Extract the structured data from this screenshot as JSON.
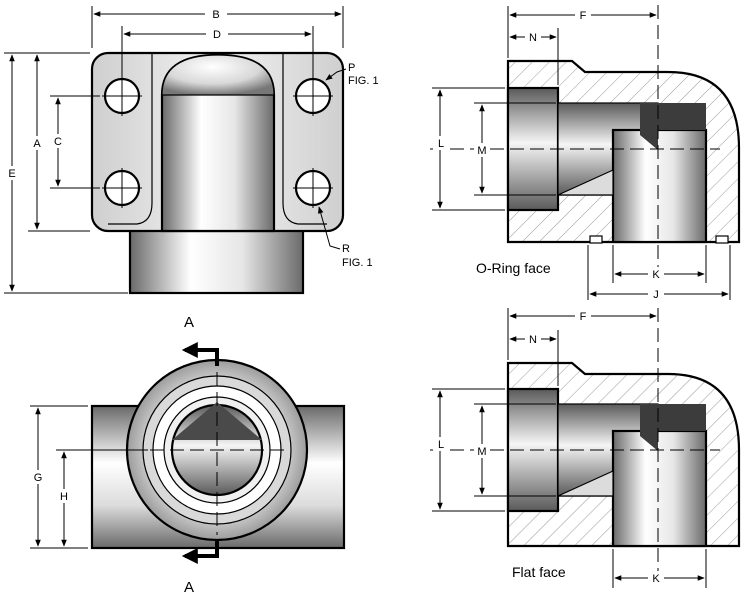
{
  "front_view": {
    "labels": {
      "b": "B",
      "d": "D",
      "a": "A",
      "c": "C",
      "e": "E",
      "p": "P",
      "p_ref": "FIG. 1",
      "r": "R",
      "r_ref": "FIG. 1"
    }
  },
  "bottom_view": {
    "labels": {
      "g": "G",
      "h": "H",
      "section_top": "A",
      "section_bottom": "A"
    }
  },
  "oring_section": {
    "caption": "O-Ring face",
    "labels": {
      "f": "F",
      "n": "N",
      "l": "L",
      "m": "M",
      "k": "K",
      "j": "J"
    }
  },
  "flat_section": {
    "caption": "Flat face",
    "labels": {
      "f": "F",
      "n": "N",
      "l": "L",
      "m": "M",
      "k": "K"
    }
  },
  "colors": {
    "line": "#000000",
    "metal_light": "#ffffff",
    "metal_dark": "#6e6e6e",
    "hatch": "#9a9a9a"
  }
}
